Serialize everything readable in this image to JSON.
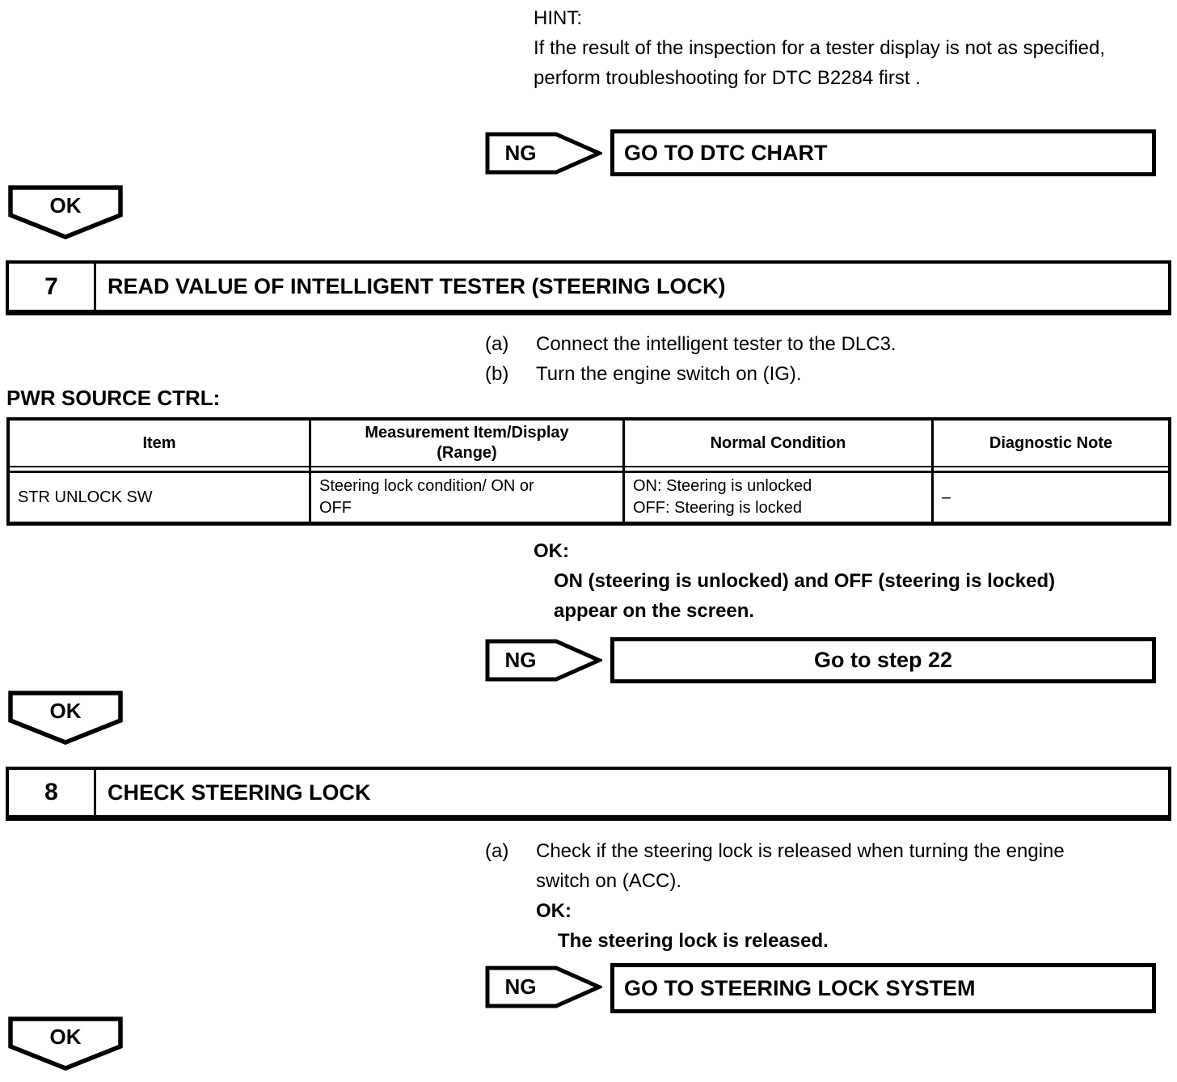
{
  "colors": {
    "ink": "#000000",
    "paper": "#ffffff"
  },
  "hint": {
    "label": "HINT:",
    "text": "If the result of the inspection for a tester display is not as specified, perform troubleshooting for DTC B2284 first ."
  },
  "decision1": {
    "ng_label": "NG",
    "ng_result": "GO TO DTC CHART",
    "ok_label": "OK"
  },
  "step7": {
    "number": "7",
    "title": "READ VALUE OF INTELLIGENT TESTER (STEERING LOCK)",
    "instructions": [
      {
        "marker": "(a)",
        "text": "Connect the intelligent tester to the DLC3."
      },
      {
        "marker": "(b)",
        "text": "Turn the engine switch on (IG)."
      }
    ],
    "table_label": "PWR SOURCE CTRL:",
    "table": {
      "headers": [
        {
          "line1": "Item"
        },
        {
          "line1": "Measurement Item/Display",
          "line2": "(Range)"
        },
        {
          "line1": "Normal Condition"
        },
        {
          "line1": "Diagnostic Note"
        }
      ],
      "row": {
        "item": "STR UNLOCK SW",
        "measurement": "Steering lock condition/ ON or OFF",
        "normal_1": "ON: Steering is unlocked",
        "normal_2": "OFF: Steering is locked",
        "note": "–"
      }
    },
    "ok_heading": "OK:",
    "ok_text": "ON (steering is unlocked) and OFF (steering is locked) appear on the screen.",
    "ng_label": "NG",
    "ng_result": "Go to step 22",
    "ok_label": "OK"
  },
  "step8": {
    "number": "8",
    "title": "CHECK STEERING LOCK",
    "instruction_marker": "(a)",
    "instruction_text": "Check if the steering lock is released when turning the engine switch on (ACC).",
    "ok_heading": "OK:",
    "ok_text": "The steering lock is released.",
    "ng_label": "NG",
    "ng_result": "GO TO STEERING LOCK SYSTEM",
    "ok_label": "OK"
  }
}
